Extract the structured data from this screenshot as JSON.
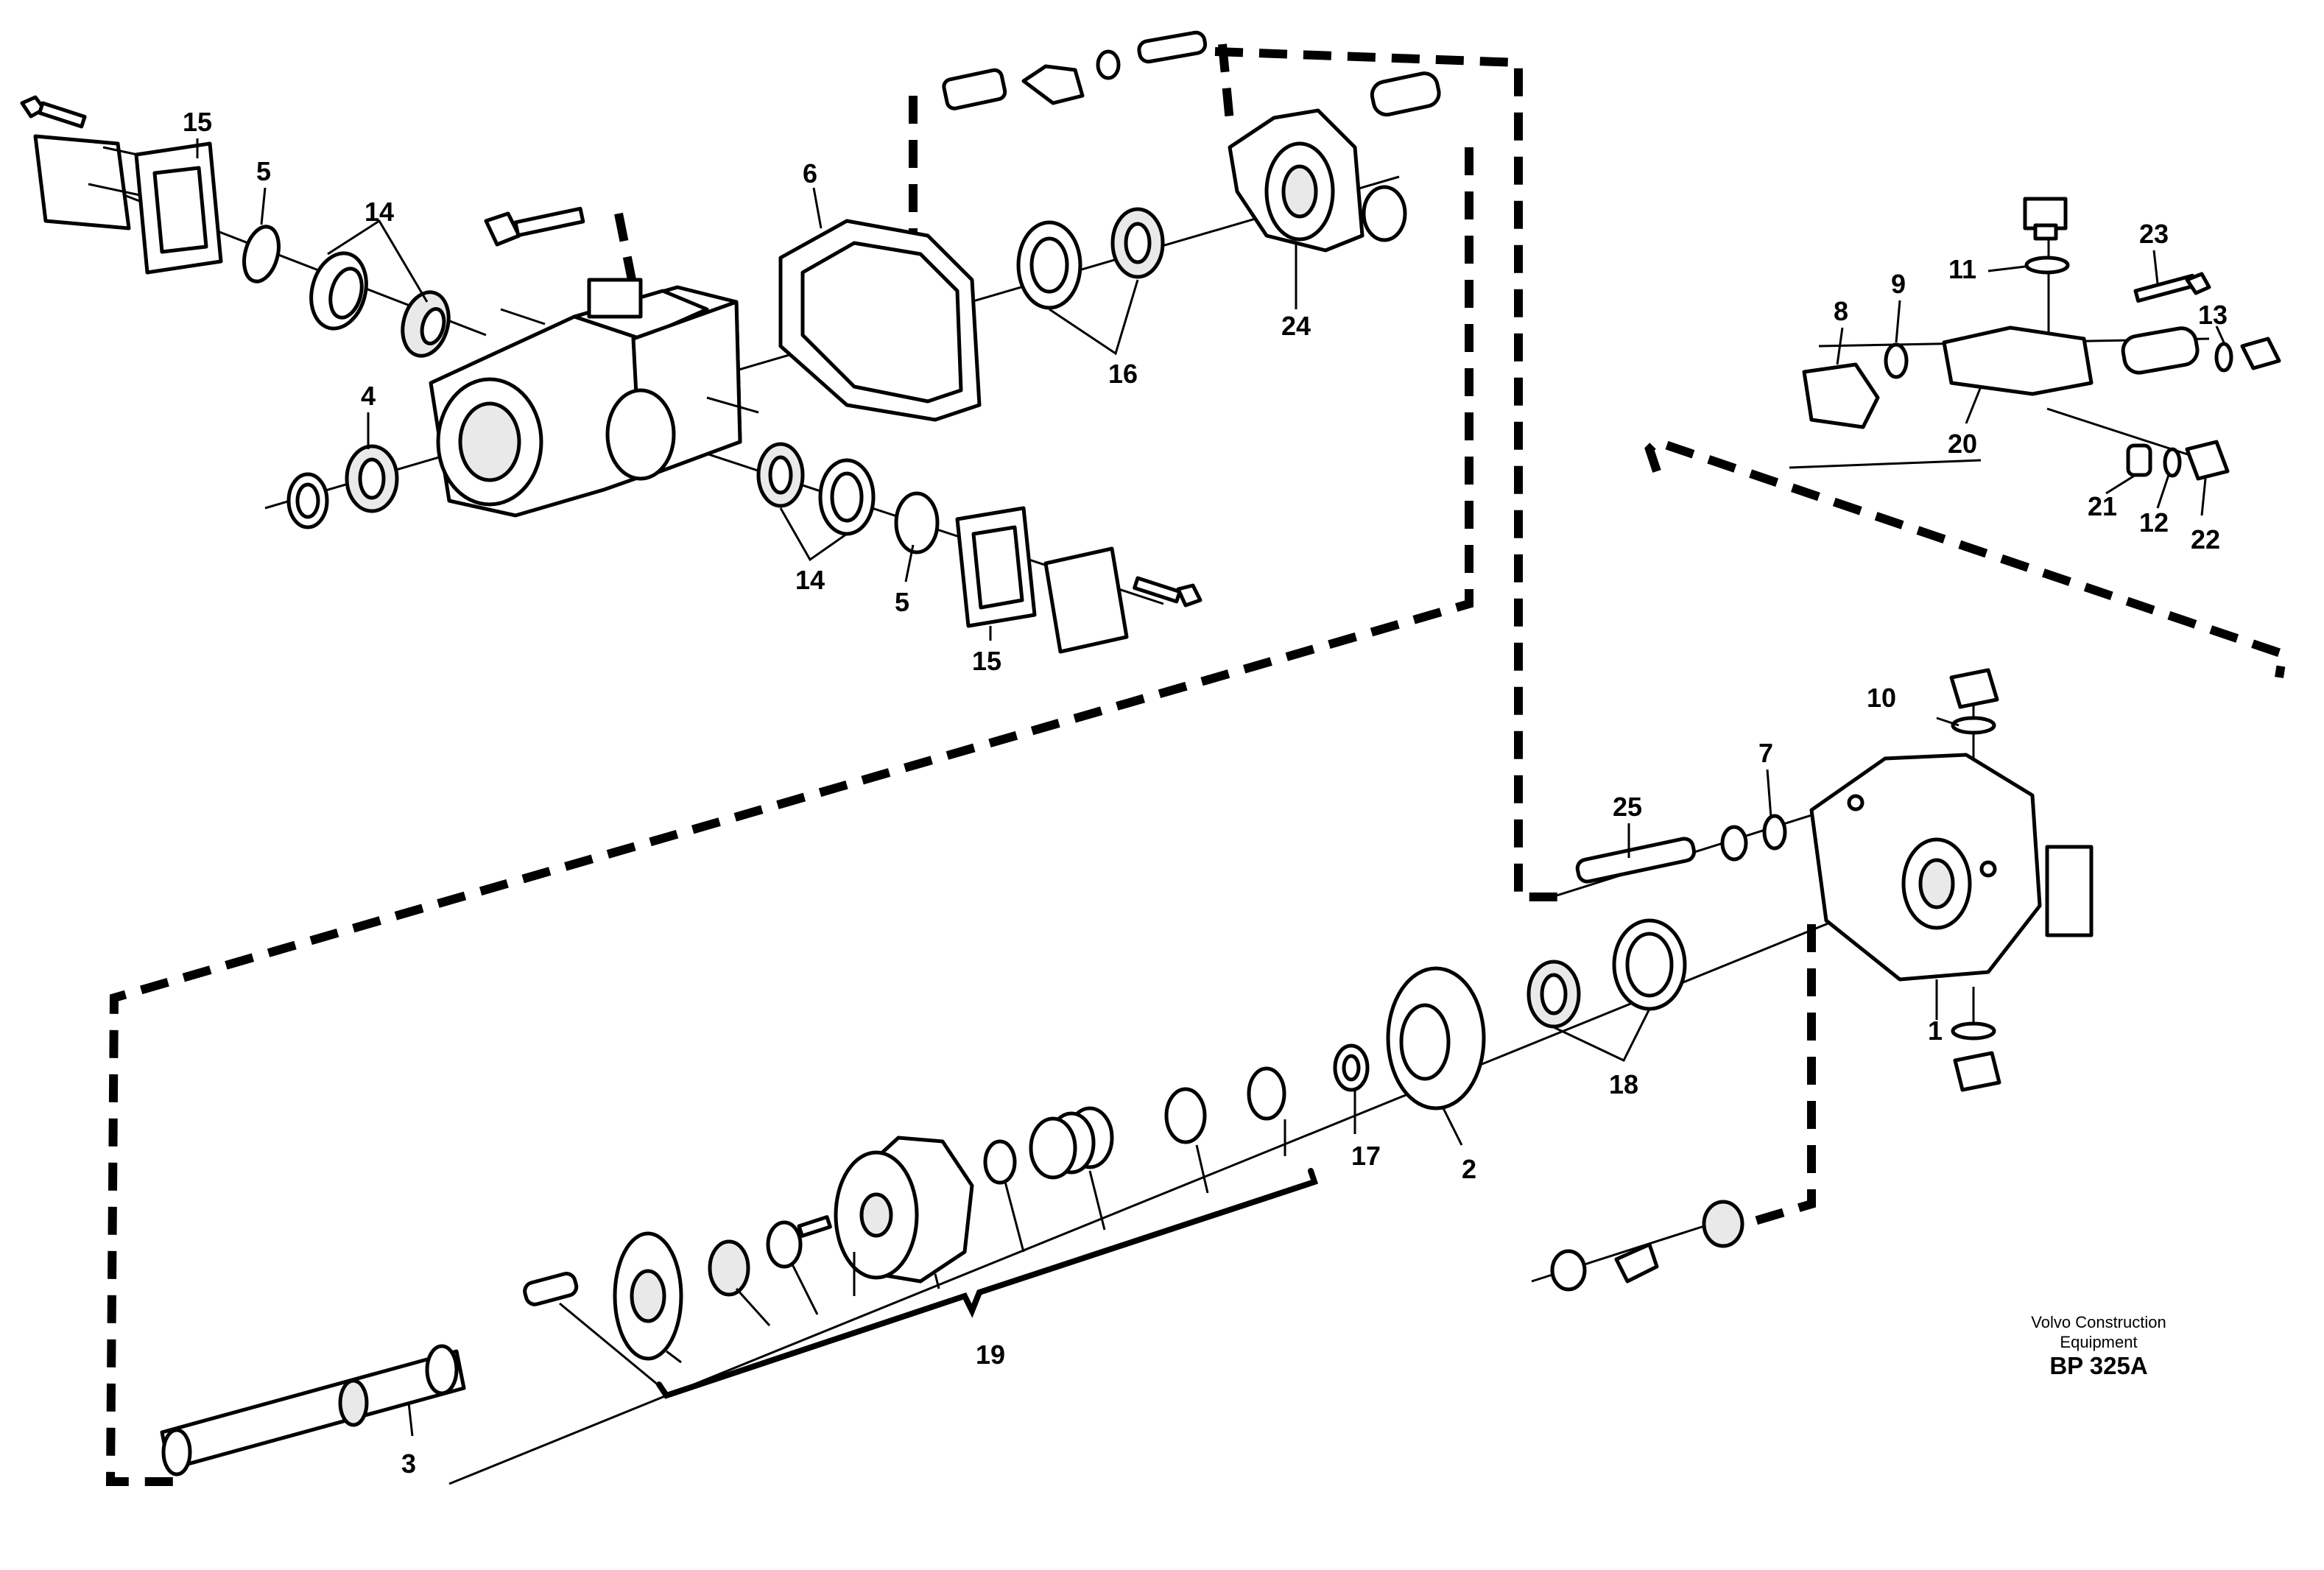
{
  "diagram": {
    "labels": [
      "15",
      "5",
      "14",
      "6",
      "24",
      "16",
      "4",
      "14",
      "5",
      "15",
      "8",
      "9",
      "11",
      "23",
      "13",
      "20",
      "21",
      "12",
      "22",
      "10",
      "7",
      "25",
      "1",
      "18",
      "17",
      "2",
      "19",
      "3"
    ],
    "brand_line1": "Volvo Construction",
    "brand_line2": "Equipment",
    "code": "BP 325A"
  }
}
